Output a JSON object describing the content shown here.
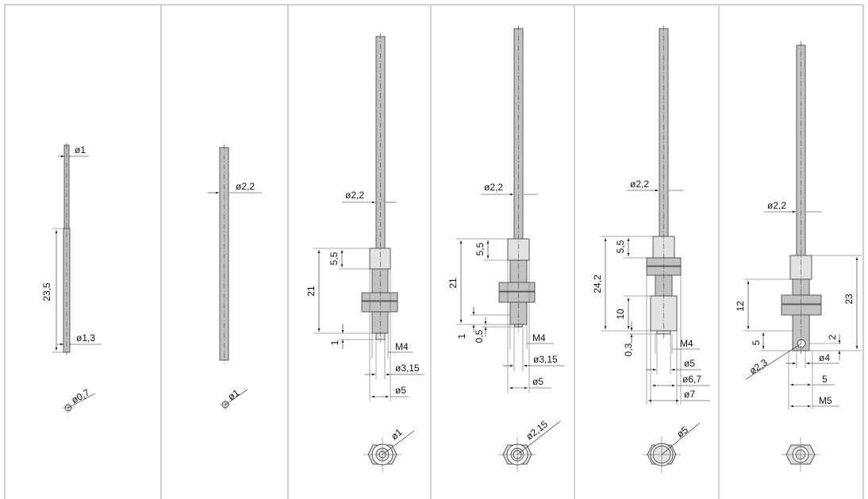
{
  "colors": {
    "panel_background": "#ffffff",
    "divider": "#d4d4d4",
    "part_fill": "#c2c2c2",
    "outline": "#4a4a4a"
  },
  "panels": [
    {
      "labels": {
        "dia_tip": "ø1",
        "length": "23,5",
        "dia_body": "ø1,3",
        "end_dia": "ø0,7"
      }
    },
    {
      "labels": {
        "dia": "ø2,2",
        "end_dia": "ø1"
      }
    },
    {
      "labels": {
        "dia_fiber": "ø2,2",
        "len_top": "5,5",
        "len_total": "21",
        "len_tip": "1",
        "thread": "M4",
        "dia_tip": "ø3,15",
        "dia_nut": "ø5",
        "end_dia": "ø1"
      }
    },
    {
      "labels": {
        "dia_fiber": "ø2,2",
        "len_top": "5,5",
        "len_total": "21",
        "len_a": "1",
        "len_b": "0,5",
        "thread": "M4",
        "dia_tip": "ø3,15",
        "dia_nut": "ø5",
        "end_dia": "ø2,15"
      }
    },
    {
      "labels": {
        "dia_fiber": "ø2,2",
        "len_top": "5,5",
        "len_total": "24,2",
        "len_body": "10",
        "len_tip": "0,3",
        "thread": "M4",
        "dia_a": "ø5",
        "dia_b": "ø6,7",
        "dia_c": "ø7",
        "end_dia": "ø5"
      }
    },
    {
      "labels": {
        "dia_fiber": "ø2,2",
        "len_nut": "12",
        "len_total": "23",
        "len_hole": "5",
        "len_off": "2",
        "dia_hole": "ø2,3",
        "dia_tip": "ø4",
        "width": "5",
        "thread": "M5"
      }
    }
  ]
}
